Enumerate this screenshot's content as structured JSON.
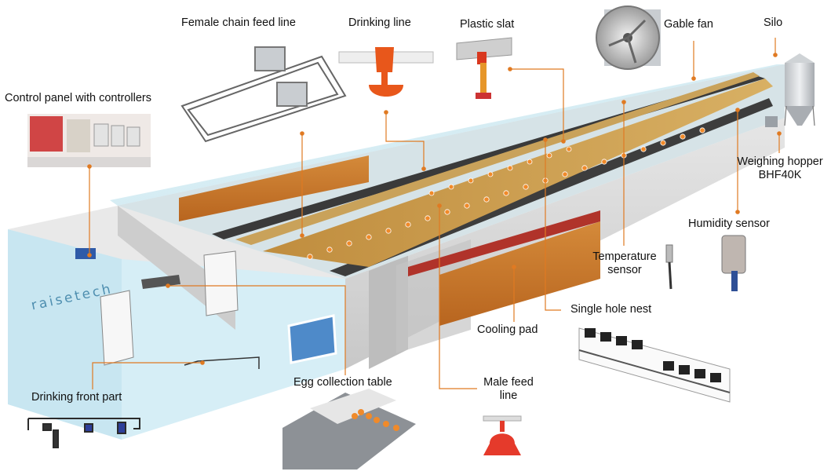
{
  "labels": {
    "female_chain_feed_line": "Female chain feed line",
    "drinking_line": "Drinking line",
    "plastic_slat": "Plastic slat",
    "gable_fan": "Gable fan",
    "silo": "Silo",
    "control_panel": "Control panel with controllers",
    "weighing_hopper_line1": "Weighing hopper",
    "weighing_hopper_line2": "BHF40K",
    "humidity_sensor": "Humidity sensor",
    "temperature_sensor_line1": "Temperature",
    "temperature_sensor_line2": "sensor",
    "single_hole_nest": "Single hole nest",
    "cooling_pad": "Cooling pad",
    "male_feed_line_line1": "Male feed",
    "male_feed_line_line2": "line",
    "egg_collection_table": "Egg collection table",
    "drinking_front_part": "Drinking front part"
  },
  "brand": "raisetech",
  "colors": {
    "leader": "#e07a22",
    "glass": "#cfe9f2",
    "wall": "#d9d9d9",
    "pad": "#c9752a",
    "slat": "#c79a4a",
    "feeder": "#e86d1c"
  }
}
